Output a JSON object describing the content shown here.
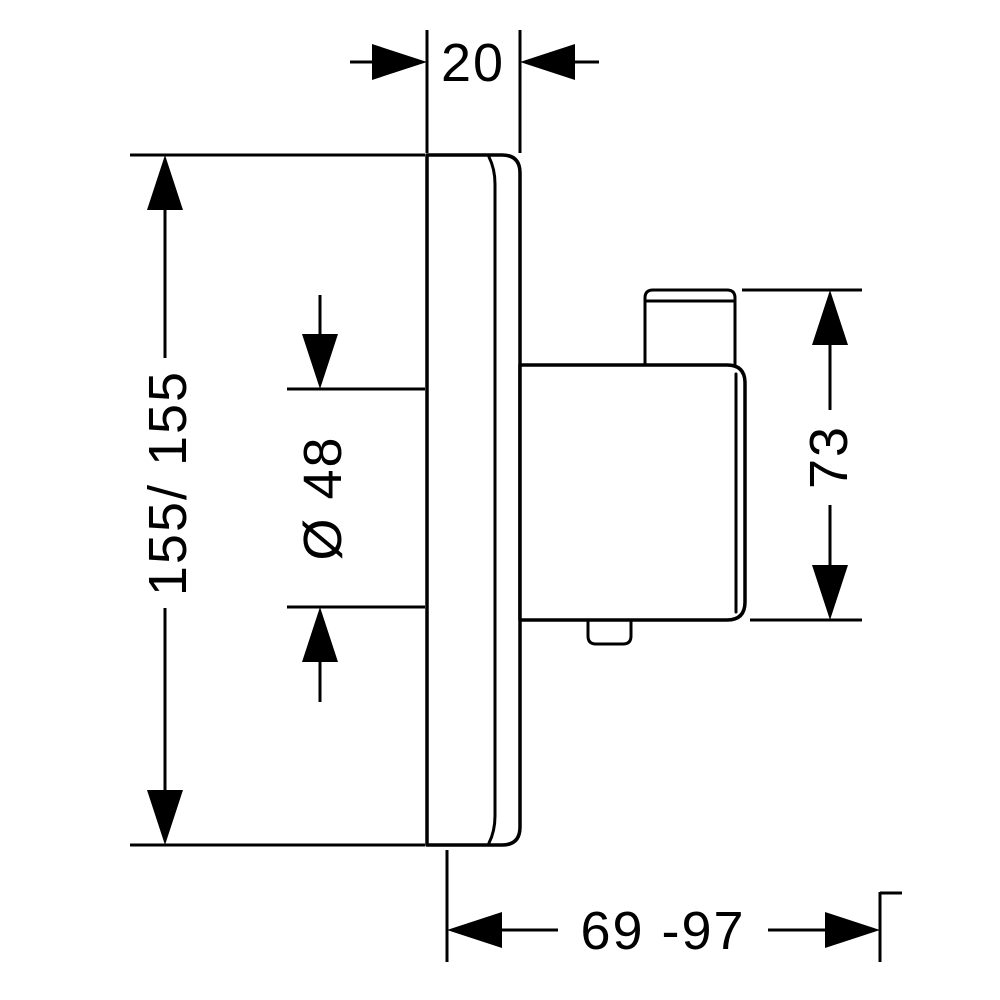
{
  "diagram": {
    "type": "technical-dimension-drawing",
    "subject": "shower-thermostat-trim-side-view",
    "colors": {
      "line": "#000000",
      "background": "#ffffff"
    },
    "dimensions": {
      "plate_depth": {
        "label": "20"
      },
      "plate_size": {
        "label": "155/ 155"
      },
      "diameter": {
        "label": "Ø 48"
      },
      "handle_height": {
        "label": "73"
      },
      "installation_depth": {
        "label": "69 -97"
      }
    }
  }
}
